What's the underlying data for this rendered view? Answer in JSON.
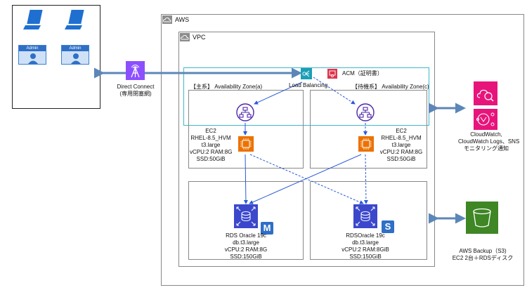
{
  "aws": {
    "label": "AWS"
  },
  "vpc": {
    "label": "VPC"
  },
  "acm": {
    "label": "ACM（証明書）"
  },
  "load_balancing": {
    "label": "Load Balancing"
  },
  "direct_connect": {
    "line1": "Direct Connect",
    "line2": "(専用閉塞網)"
  },
  "onprem": {
    "admin1": "Admin",
    "admin2": "Admin"
  },
  "az_primary": {
    "label": "【主系】 Availability Zone(a)"
  },
  "az_standby": {
    "label": "【待機系】 Availability Zone(c)"
  },
  "ec2_primary": {
    "lines": [
      "EC2",
      "RHEL-8.5_HVM",
      "t3.large",
      "vCPU:2 RAM:8G",
      "SSD:50GiB"
    ]
  },
  "ec2_standby": {
    "lines": [
      "EC2",
      "RHEL-8.5_HVM",
      "t3.large",
      "vCPU:2 RAM:8G",
      "SSD:50GiB"
    ]
  },
  "rds_primary": {
    "badge": "M",
    "lines": [
      "RDS Oracle 19c",
      "db.t3.large",
      "vCPU:2 RAM:8G",
      "SSD:150GiB"
    ]
  },
  "rds_standby": {
    "badge": "S",
    "lines": [
      "RDSOracle 19c",
      "db.t3.large",
      "vCPU:2 RAM:8GiB",
      "SSD:150GiB"
    ]
  },
  "cloudwatch": {
    "lines": [
      "CloudWatch,",
      "CloudWatch Logs、SNS",
      "モニタリング通知"
    ]
  },
  "backup": {
    "lines": [
      "AWS Backup（S3)",
      "EC2 2台＋RDSディスク"
    ]
  },
  "colors": {
    "line_blue": "#2a5ad6",
    "arrow_steel": "#5b86b8",
    "lb_purple": "#8c4fff",
    "ec2_orange": "#ed7100",
    "rds_blue": "#3b48cc",
    "acm_red": "#dd344c",
    "cw_pink": "#e7157b",
    "backup_green": "#3f8624",
    "lb_teal": "#3fb8c9"
  }
}
